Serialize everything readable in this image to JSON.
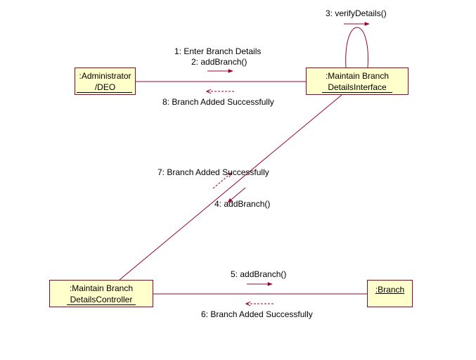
{
  "objects": {
    "administrator": {
      "line1": ":Administrator",
      "line2": "/DEO"
    },
    "interface": {
      "line1": ":Maintain Branch",
      "line2": "DetailsInterface"
    },
    "controller": {
      "line1": ":Maintain Branch",
      "line2": "DetailsController"
    },
    "branch": {
      "line1": ":Branch"
    }
  },
  "messages": {
    "m1": "1: Enter Branch Details",
    "m2": "2: addBranch()",
    "m3": "3: verifyDetails()",
    "m4": "4: addBranch()",
    "m5": "5: addBranch()",
    "m6": "6: Branch Added Successfully",
    "m7": "7: Branch Added Successfully",
    "m8": "8: Branch Added Successfully"
  },
  "colors": {
    "line": "#990033",
    "fill": "#ffffcc"
  }
}
